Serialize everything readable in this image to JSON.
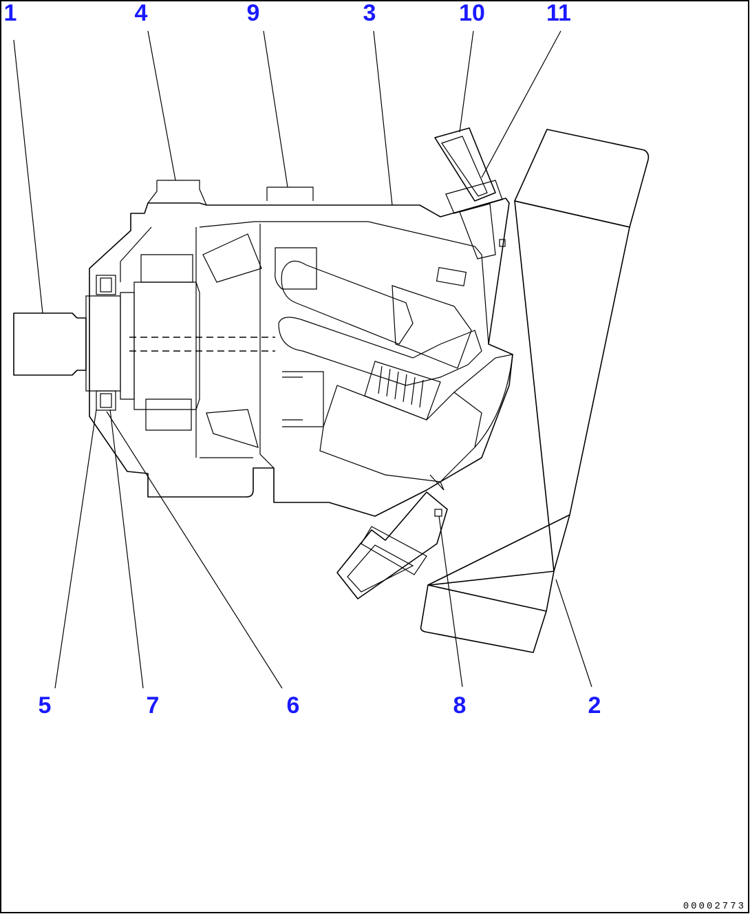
{
  "diagram": {
    "callouts": [
      {
        "number": "1"
      },
      {
        "number": "4"
      },
      {
        "number": "9"
      },
      {
        "number": "3"
      },
      {
        "number": "10"
      },
      {
        "number": "11"
      },
      {
        "number": "5"
      },
      {
        "number": "7"
      },
      {
        "number": "6"
      },
      {
        "number": "8"
      },
      {
        "number": "2"
      }
    ],
    "drawing_id": "00002773"
  },
  "colors": {
    "callout": "#1a1aff",
    "line": "#000000",
    "frame": "#000000"
  }
}
